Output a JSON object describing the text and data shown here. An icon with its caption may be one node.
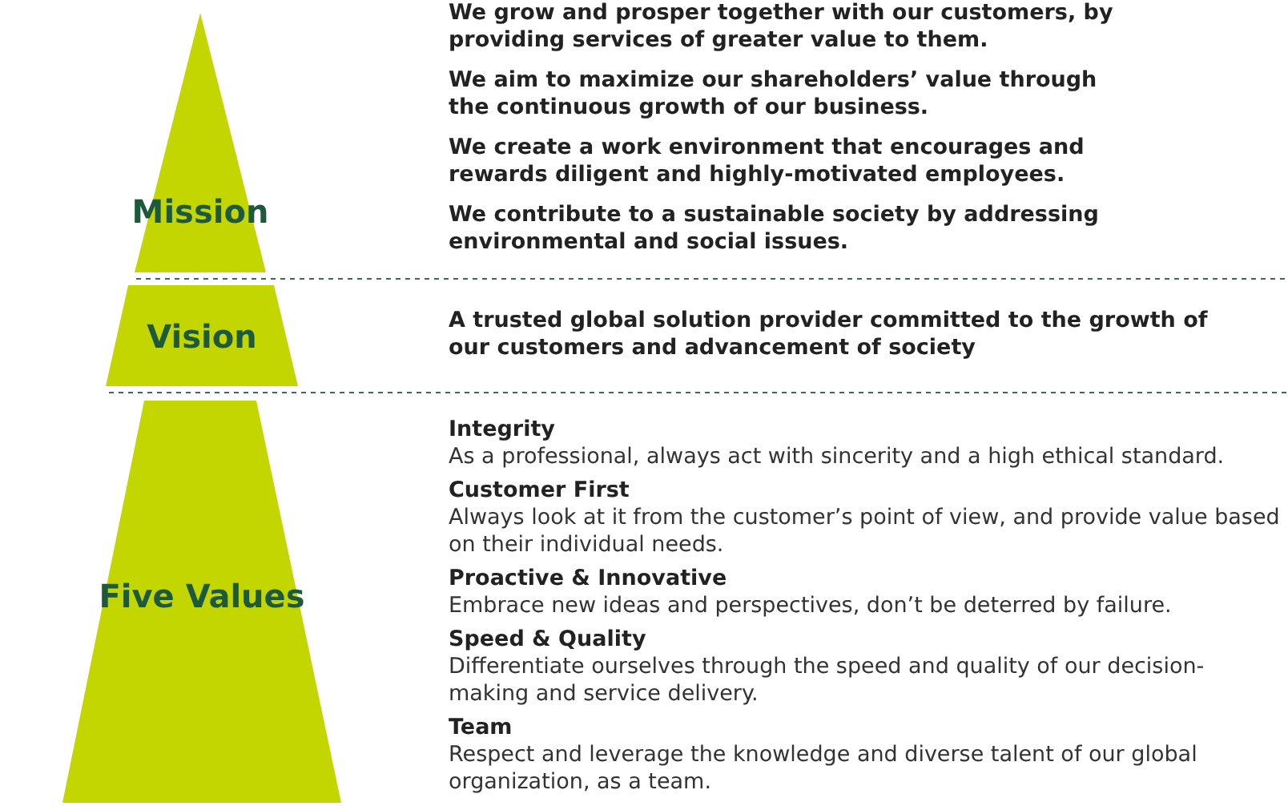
{
  "diagram": {
    "nodes": [
      {
        "text": [
          "Mission"
        ]
      },
      {
        "text": [
          "Vision"
        ]
      },
      {
        "text": [
          "Five Values"
        ]
      }
    ],
    "labels": [
      "We grow and prosper together with our customers, by providing services of greater value to them.",
      "We aim to maximize our shareholders’ value through the continuous growth of our business.",
      "We create a work environment that encourages and rewards diligent and highly-motivated employees.",
      "We contribute to a sustainable society by addressing environmental and social issues.",
      "A trusted global solution provider committed to the growth of our customers and advancement of society",
      "Integrity",
      "As a professional, always act with sincerity and a high ethical standard.",
      "Customer First",
      "Always look at it from the customer’s point of view, and provide value based on their individual needs.",
      "Proactive & Innovative",
      "Embrace new ideas and perspectives, don’t be deterred by failure.",
      "Speed & Quality",
      "Differentiate ourselves through the speed and quality of our decision-making and service delivery.",
      "Team",
      "Respect and leverage the knowledge and diverse talent of our global organization, as a team."
    ]
  }
}
